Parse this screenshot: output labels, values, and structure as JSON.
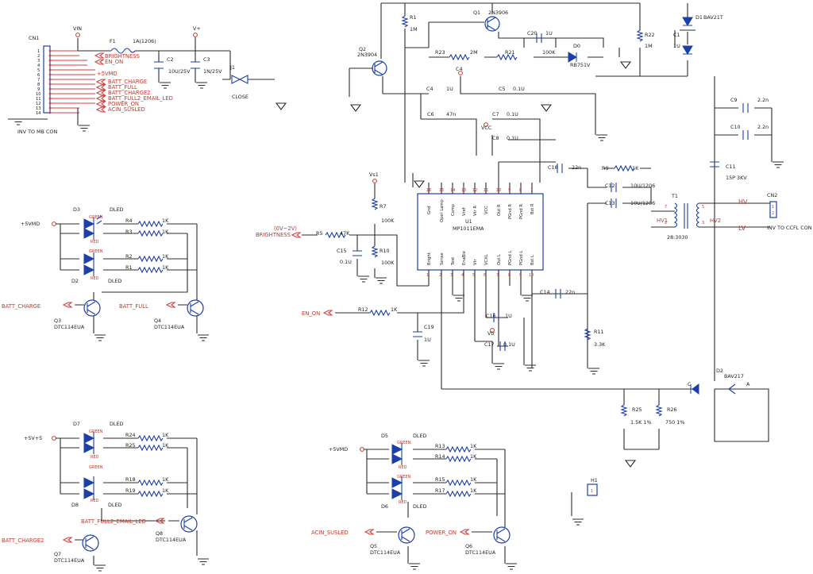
{
  "connectors": {
    "cn1": {
      "ref": "CN1",
      "desc": "INV TO MB CON",
      "pins": [
        "1",
        "2",
        "3",
        "4",
        "5",
        "6",
        "7",
        "8",
        "9",
        "10",
        "11",
        "12",
        "13",
        "14"
      ]
    },
    "cn2": {
      "ref": "CN2",
      "desc": "INV TO CCFL CON",
      "pins": [
        "1",
        "2"
      ]
    }
  },
  "power": {
    "vin": "VIN",
    "vplus": "V+",
    "p5vmd": "+5VMD",
    "p5va": "+5V+5",
    "vs1": "Vs1"
  },
  "nets": {
    "brightness": "BRIGHTNESS",
    "en_on": "EN_ON",
    "batt_charge": "BATT_CHARGE",
    "batt_full": "BATT_FULL",
    "batt_charge2": "BATT_CHARGE2",
    "batt_full2": "BATT_FULL2_EMAIL_LED",
    "power_on": "POWER_ON",
    "acin": "ACIN_SUSLED",
    "hv": "HV",
    "lv": "LV",
    "hv1": "HV1",
    "hv2": "HV2",
    "range": "(0V~2V)"
  },
  "ic": {
    "ref": "U1",
    "part": "MP1011EMA",
    "top_pins": [
      {
        "num": "16",
        "name": "Gnd"
      },
      {
        "num": "15",
        "name": "Oper Lamp"
      },
      {
        "num": "14",
        "name": "Comp"
      },
      {
        "num": "13",
        "name": "Vref"
      },
      {
        "num": "12",
        "name": "Vtr R"
      },
      {
        "num": "11",
        "name": "VCC"
      },
      {
        "num": "10",
        "name": "Out R"
      },
      {
        "num": "9",
        "name": "PGnd R"
      },
      {
        "num": "8",
        "name": "PGnd R"
      },
      {
        "num": "7",
        "name": "Bst R"
      }
    ],
    "bottom_pins": [
      {
        "num": "1",
        "name": "Bright"
      },
      {
        "num": "2",
        "name": "Sense"
      },
      {
        "num": "3",
        "name": "Test"
      },
      {
        "num": "4",
        "name": "EnaBle"
      },
      {
        "num": "5",
        "name": "Vtr"
      },
      {
        "num": "6",
        "name": "VCXL"
      },
      {
        "num": "7",
        "name": "Out L"
      },
      {
        "num": "8",
        "name": "PGnd L"
      },
      {
        "num": "9",
        "name": "PGnd L"
      },
      {
        "num": "10",
        "name": "Bst L"
      }
    ]
  },
  "components": {
    "f1": {
      "ref": "F1",
      "val": "1A(1206)"
    },
    "c2": {
      "ref": "C2",
      "val": "10U/25V"
    },
    "c3": {
      "ref": "C3",
      "val": "1N/25V"
    },
    "j1": {
      "ref": "J1",
      "val": "CLOSE"
    },
    "q1": {
      "ref": "Q1",
      "val": "2N3906"
    },
    "q2": {
      "ref": "Q2",
      "val": "2N3904"
    },
    "r1": {
      "ref": "R1",
      "val": "1M"
    },
    "r22": {
      "ref": "R22",
      "val": "1M"
    },
    "c1": {
      "ref": "C1",
      "val": "1U"
    },
    "d1": {
      "ref": "D1",
      "val": "BAV21T"
    },
    "c20": {
      "ref": "C20",
      "val": "1U"
    },
    "r23": {
      "ref": "R23",
      "val": "2M"
    },
    "r21": {
      "ref": "R21",
      "val": "100K"
    },
    "d0": {
      "ref": "D0",
      "val": "RB751V"
    },
    "c4": {
      "ref": "C4",
      "val": "1U"
    },
    "c5": {
      "ref": "C5",
      "val": "0.1U"
    },
    "c6": {
      "ref": "C6",
      "val": "47n"
    },
    "c7": {
      "ref": "C7",
      "val": "0.1U"
    },
    "c8": {
      "ref": "C8",
      "val": "0.1U"
    },
    "c9": {
      "ref": "C9",
      "val": "2.2n"
    },
    "c10": {
      "ref": "C10",
      "val": "2.2n"
    },
    "c11": {
      "ref": "C11",
      "val": "15P 3KV"
    },
    "c12": {
      "ref": "C12",
      "val": "10U/1206"
    },
    "c13": {
      "ref": "C13",
      "val": "10U/1206"
    },
    "c18": {
      "ref": "C18",
      "val": "22n"
    },
    "r9": {
      "ref": "R9",
      "val": "1K"
    },
    "t1": {
      "ref": "T1",
      "val": "28:3030"
    },
    "r7": {
      "ref": "R7",
      "val": "100K"
    },
    "r10": {
      "ref": "R10",
      "val": "100K"
    },
    "r5": {
      "ref": "R5",
      "val": "47K"
    },
    "c15": {
      "ref": "C15",
      "val": "0.1U"
    },
    "r12": {
      "ref": "R12",
      "val": "1K"
    },
    "c19": {
      "ref": "C19",
      "val": "1U"
    },
    "c16": {
      "ref": "C16",
      "val": "1U"
    },
    "c17": {
      "ref": "C17",
      "val": "0.1U"
    },
    "c14": {
      "ref": "C14",
      "val": "22n"
    },
    "r11": {
      "ref": "R11",
      "val": "3.3K"
    },
    "d2": {
      "ref": "D2",
      "val": "BAV217"
    },
    "r25": {
      "ref": "R25",
      "val": "1.5K 1%"
    },
    "r26": {
      "ref": "R26",
      "val": "750 1%"
    },
    "h1": {
      "ref": "H1",
      "val": "1"
    },
    "q3": {
      "ref": "Q3",
      "val": "DTC114EUA"
    },
    "q4": {
      "ref": "Q4",
      "val": "DTC114EUA"
    },
    "q5": {
      "ref": "Q5",
      "val": "DTC114EUA"
    },
    "q6": {
      "ref": "Q6",
      "val": "DTC114EUA"
    },
    "q7": {
      "ref": "Q7",
      "val": "DTC114EUA"
    },
    "q8": {
      "ref": "Q8",
      "val": "DTC114EUA"
    }
  },
  "led_groups": {
    "g1": {
      "top": "D3",
      "bottom": "D2",
      "type": "DLED",
      "resistors": [
        "R4",
        "R3",
        "R2",
        "R1"
      ],
      "val": "1K"
    },
    "g2": {
      "top": "D7",
      "bottom": "D8",
      "type": "DLED",
      "resistors": [
        "R24",
        "R25",
        "R18",
        "R19"
      ],
      "val": "1K"
    },
    "g3": {
      "top": "D5",
      "bottom": "D6",
      "type": "DLED",
      "resistors": [
        "R13",
        "R14",
        "R15",
        "R17"
      ],
      "val": "1K"
    }
  },
  "led_colors": {
    "green": "GREEN",
    "red": "RED"
  },
  "colors": {
    "wire": "#2b2b2b",
    "label": "#c0392b",
    "symbol": "#1d3fa8",
    "background": "#ffffff"
  }
}
